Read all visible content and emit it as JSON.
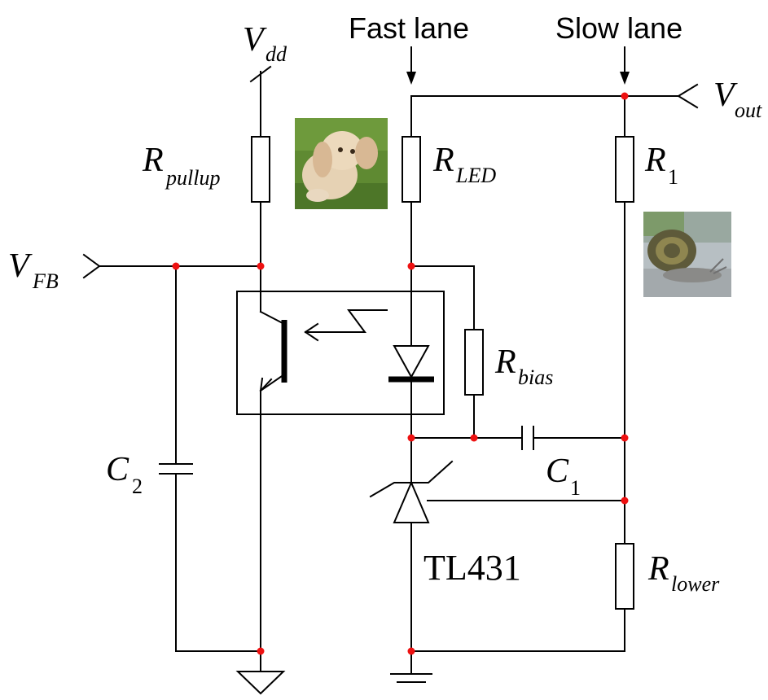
{
  "labels": {
    "vdd": {
      "main": "V",
      "sub": "dd"
    },
    "vout": {
      "main": "V",
      "sub": "out"
    },
    "vfb": {
      "main": "V",
      "sub": "FB"
    },
    "fast_lane": "Fast lane",
    "slow_lane": "Slow lane",
    "r_pullup": {
      "main": "R",
      "sub": "pullup"
    },
    "r_led": {
      "main": "R",
      "sub": "LED"
    },
    "r1": {
      "main": "R",
      "sub": "1"
    },
    "r_bias": {
      "main": "R",
      "sub": "bias"
    },
    "r_lower": {
      "main": "R",
      "sub": "lower"
    },
    "c1": {
      "main": "C",
      "sub": "1"
    },
    "c2": {
      "main": "C",
      "sub": "2"
    },
    "tl431": "TL431"
  },
  "colors": {
    "wire": "#000000",
    "junction": "#ee1111",
    "background": "#ffffff"
  },
  "icons": {
    "fast_lane_image": "rabbit-photo",
    "slow_lane_image": "snail-photo"
  }
}
